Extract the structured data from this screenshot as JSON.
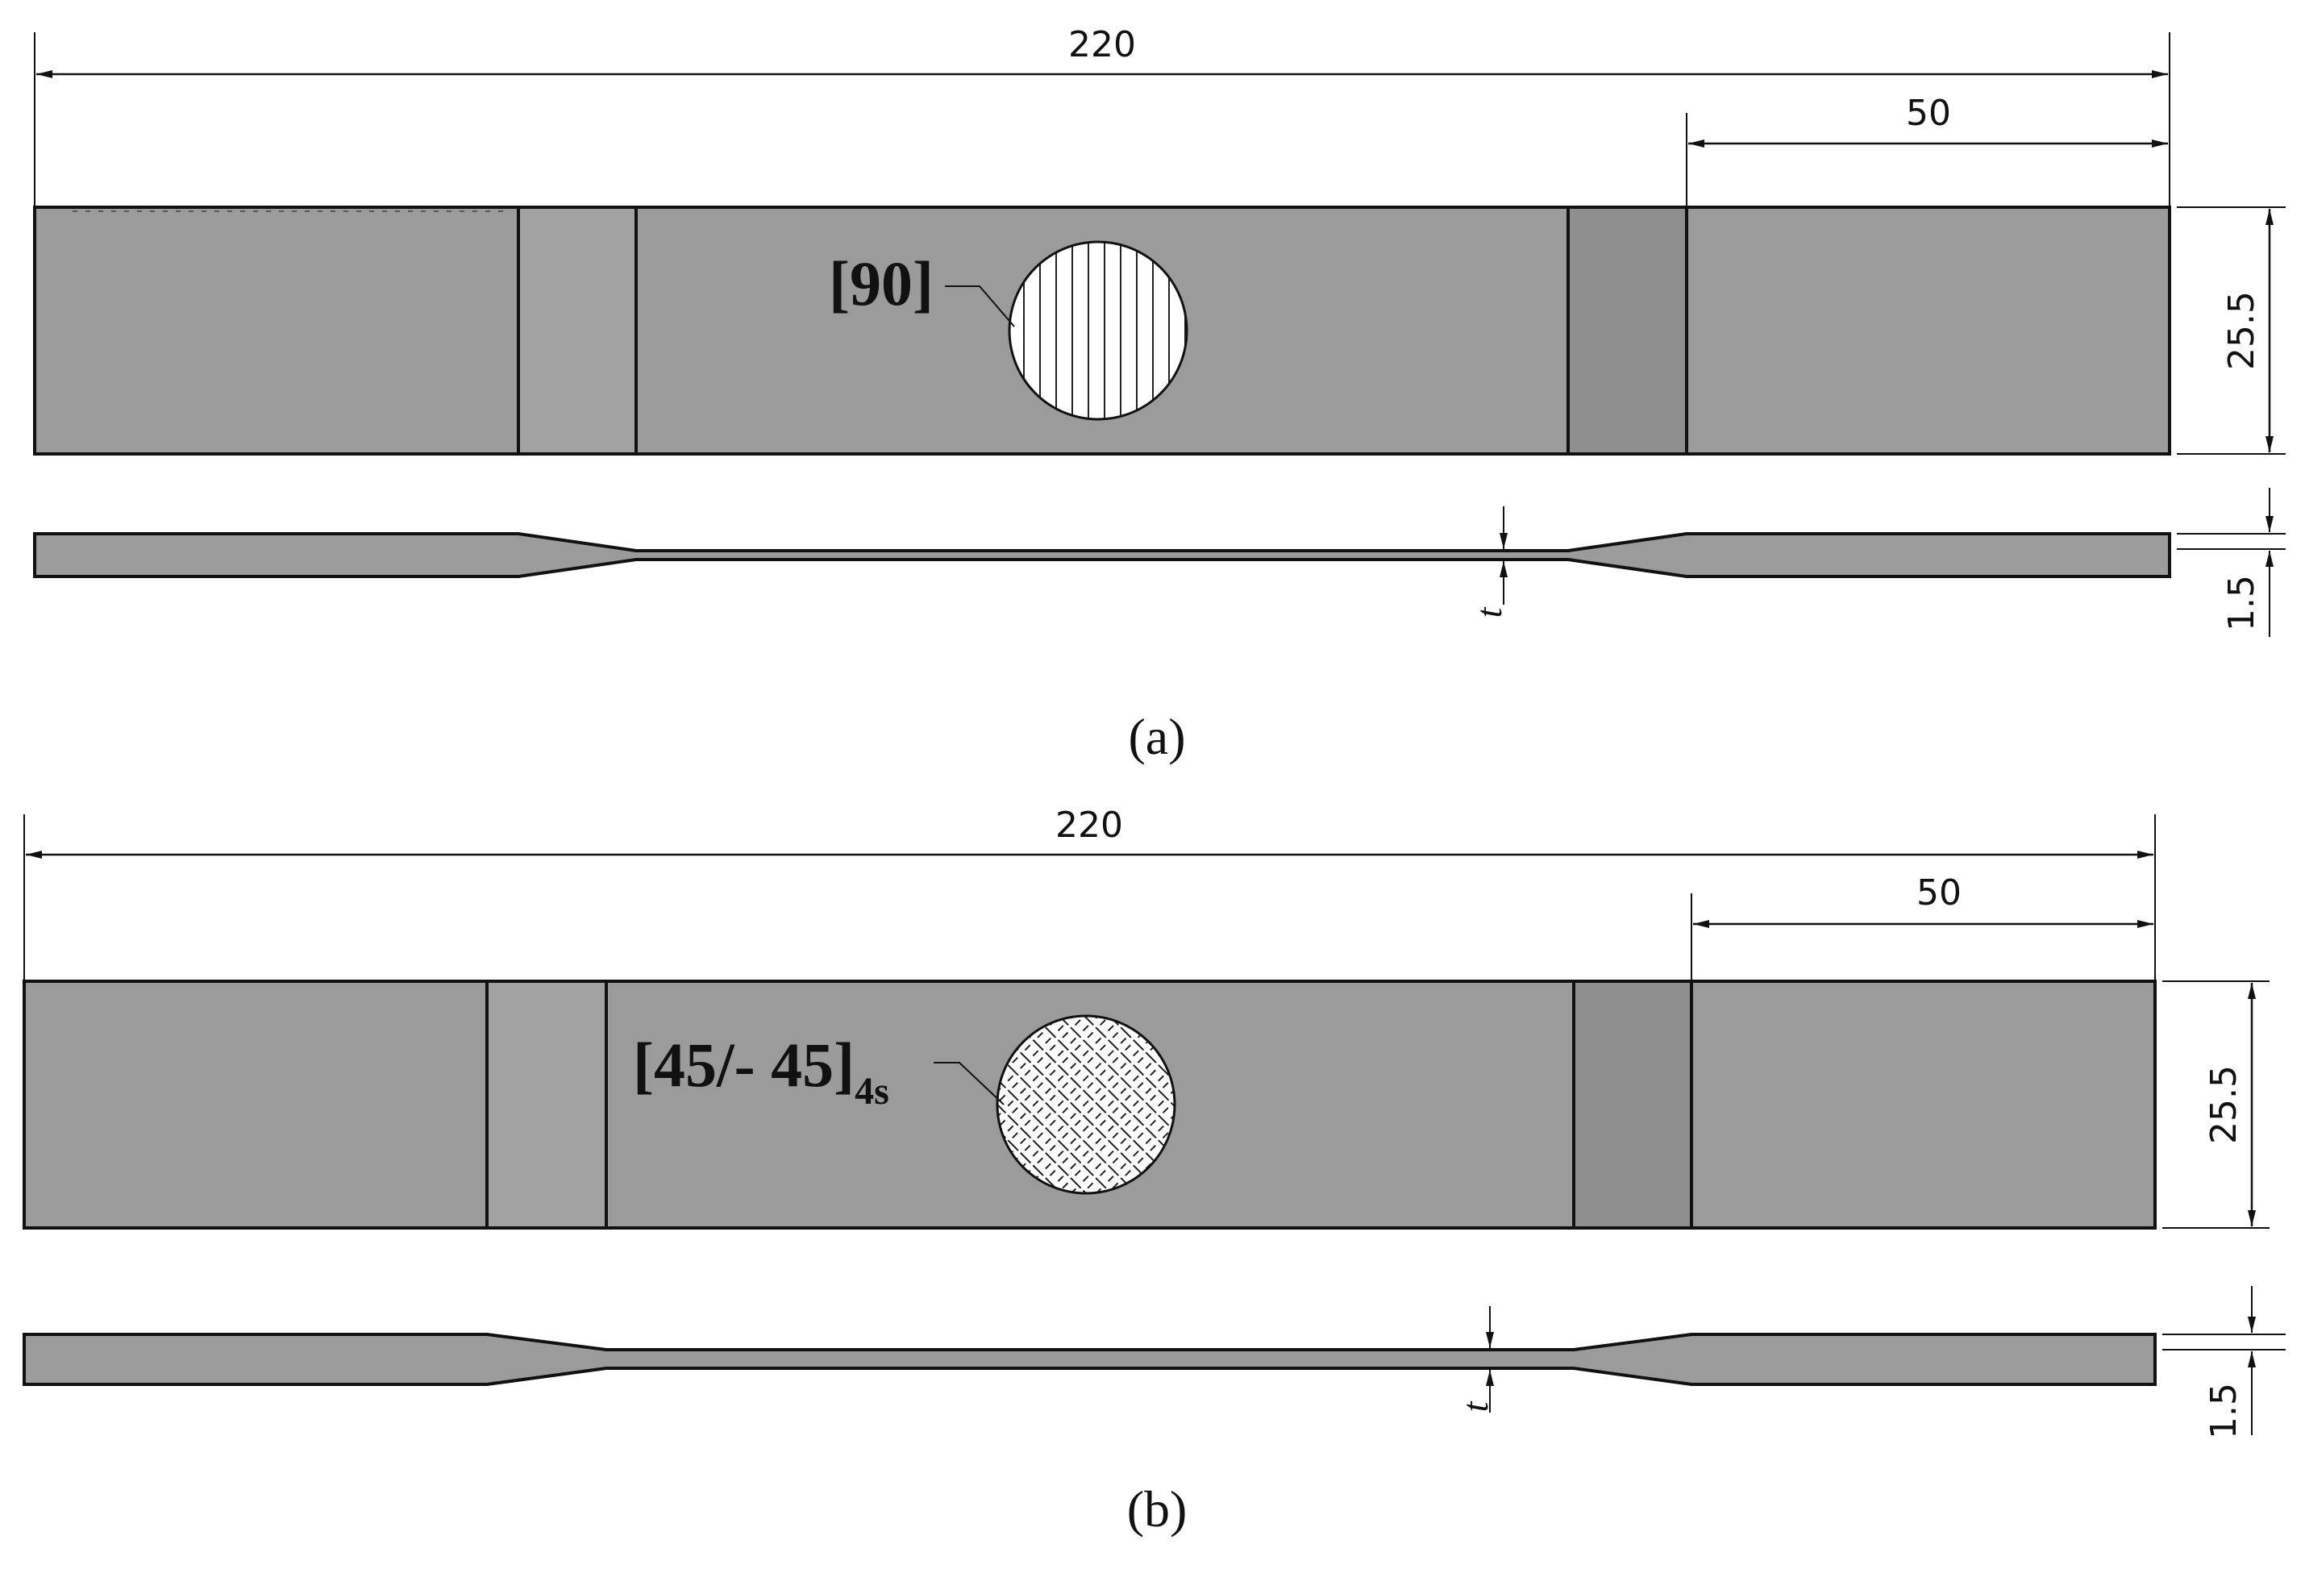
{
  "colors": {
    "specimen": "#9b9b9b",
    "tab_dark": "#8f8f8f",
    "outline": "#111111",
    "background": "#ffffff",
    "circle_fill": "#ffffff"
  },
  "panel_a": {
    "dim_total_length": "220",
    "dim_tab_length": "50",
    "dim_width": "25.5",
    "dim_thickness": "1.5",
    "thickness_symbol": "t",
    "layup_label": "[90]",
    "caption": "(a)"
  },
  "panel_b": {
    "dim_total_length": "220",
    "dim_tab_length": "50",
    "dim_width": "25.5",
    "dim_thickness": "1.5",
    "thickness_symbol": "t",
    "layup_label_main": "[45/- 45]",
    "layup_label_sub": "4s",
    "caption": "(b)"
  }
}
